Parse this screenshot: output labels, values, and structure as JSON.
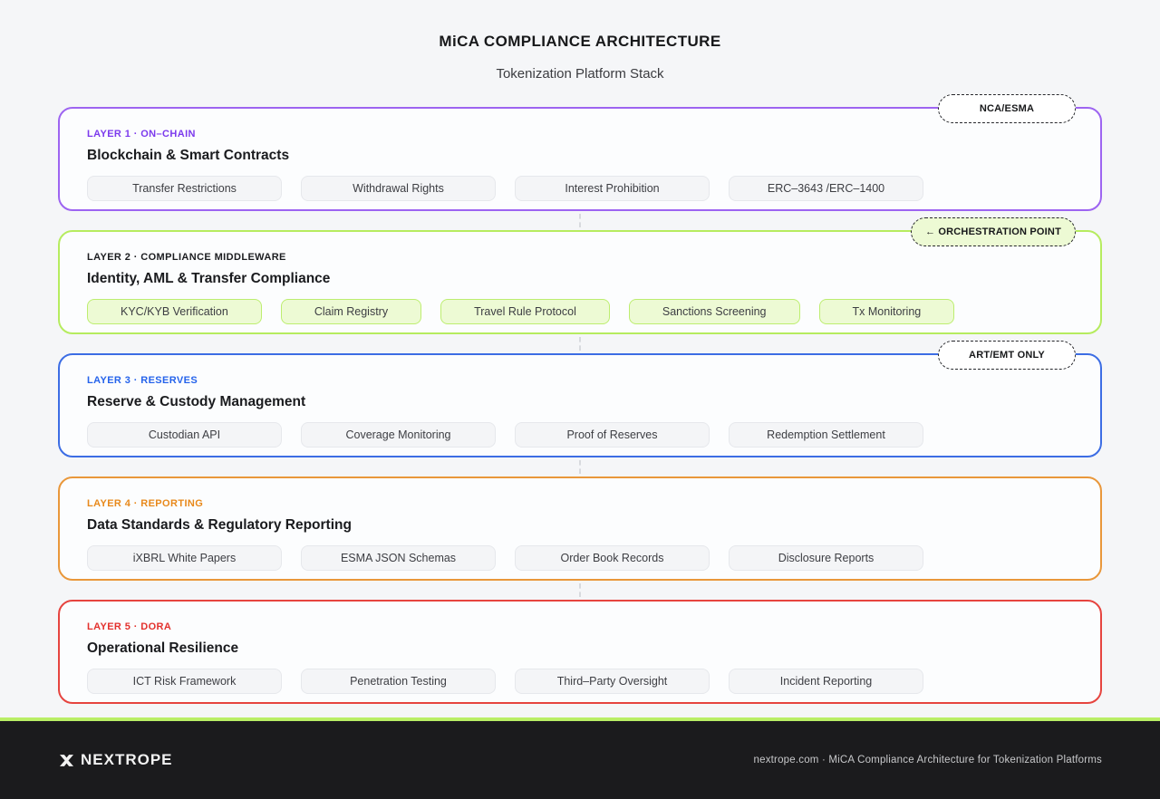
{
  "header": {
    "title": "MiCA COMPLIANCE ARCHITECTURE",
    "subtitle": "Tokenization Platform Stack"
  },
  "layers": [
    {
      "label": "LAYER 1 · ON–CHAIN",
      "heading": "Blockchain & Smart Contracts",
      "badge": "NCA/ESMA",
      "accent": "#7c3aed",
      "border": "#9d64f1",
      "chip_bg": "#f4f5f7",
      "chip_border": "#e6e8ec",
      "badge_bg": "#ffffff",
      "chips": [
        "Transfer Restrictions",
        "Withdrawal Rights",
        "Interest Prohibition",
        "ERC–3643 /ERC–1400"
      ]
    },
    {
      "label": "LAYER 2 · COMPLIANCE MIDDLEWARE",
      "heading": "Identity, AML & Transfer Compliance",
      "badge": "← ORCHESTRATION POINT",
      "accent": "#1c1d20",
      "border": "#b6ec5f",
      "chip_bg": "#edfad4",
      "chip_border": "#bdee70",
      "badge_bg": "#edfad4",
      "chips": [
        "KYC/KYB Verification",
        "Claim Registry",
        "Travel Rule Protocol",
        "Sanctions Screening",
        "Tx Monitoring"
      ]
    },
    {
      "label": "LAYER 3 · RESERVES",
      "heading": "Reserve & Custody Management",
      "badge": "ART/EMT ONLY",
      "accent": "#2563eb",
      "border": "#3c6de4",
      "chip_bg": "#f4f5f7",
      "chip_border": "#e6e8ec",
      "badge_bg": "#ffffff",
      "chips": [
        "Custodian API",
        "Coverage Monitoring",
        "Proof of Reserves",
        "Redemption Settlement"
      ]
    },
    {
      "label": "LAYER 4 · REPORTING",
      "heading": "Data Standards & Regulatory Reporting",
      "accent": "#e8891b",
      "border": "#e9973a",
      "chip_bg": "#f4f5f7",
      "chip_border": "#e6e8ec",
      "chips": [
        "iXBRL White Papers",
        "ESMA JSON Schemas",
        "Order Book Records",
        "Disclosure Reports"
      ]
    },
    {
      "label": "LAYER 5 · DORA",
      "heading": "Operational Resilience",
      "accent": "#e3312d",
      "border": "#e6443f",
      "chip_bg": "#f4f5f7",
      "chip_border": "#e6e8ec",
      "chips": [
        "ICT Risk Framework",
        "Penetration Testing",
        "Third–Party Oversight",
        "Incident Reporting"
      ]
    }
  ],
  "footer": {
    "brand": "NEXTROPE",
    "caption": "nextrope.com · MiCA Compliance Architecture for Tokenization Platforms",
    "strip_color": "#b9ee66"
  }
}
